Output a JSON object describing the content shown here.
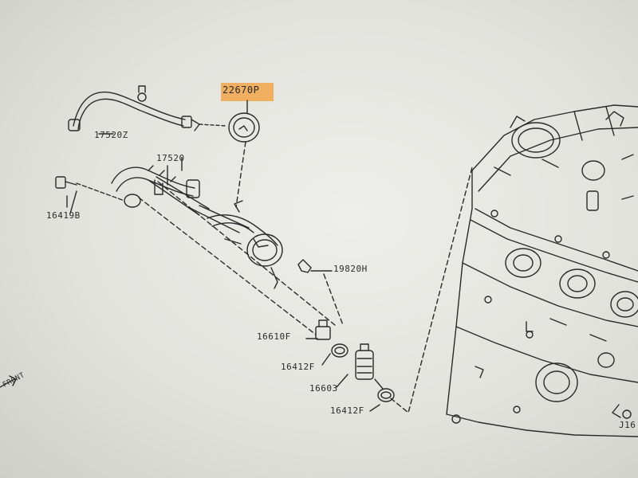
{
  "diagram": {
    "colors": {
      "ink": "#2a2a2a",
      "highlight": "#f2a64a",
      "paper": "#e6e6e2"
    },
    "callouts": [
      {
        "id": "p22670P",
        "text": "22670P",
        "highlighted": true
      },
      {
        "id": "p17520Z",
        "text": "17520Z"
      },
      {
        "id": "p17520",
        "text": "17520"
      },
      {
        "id": "p16419B",
        "text": "16419B"
      },
      {
        "id": "p19820H",
        "text": "19820H"
      },
      {
        "id": "p16610F",
        "text": "16610F"
      },
      {
        "id": "p16412F_a",
        "text": "16412F"
      },
      {
        "id": "p16603",
        "text": "16603"
      },
      {
        "id": "p16412F_b",
        "text": "16412F"
      },
      {
        "id": "front",
        "text": "FRONT"
      },
      {
        "id": "j16",
        "text": "J16"
      }
    ]
  }
}
